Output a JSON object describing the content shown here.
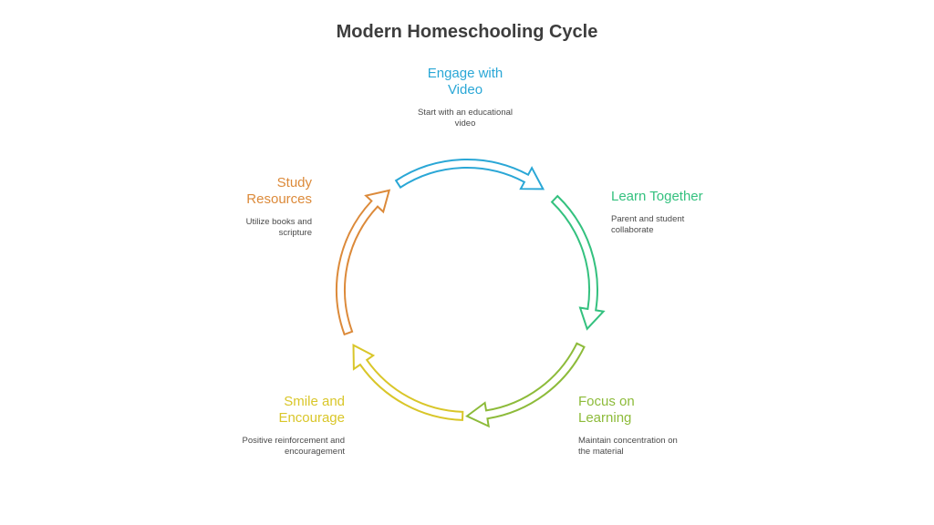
{
  "title": "Modern Homeschooling Cycle",
  "colors": {
    "engage": "#2aa7d6",
    "learn": "#34c17f",
    "focus": "#8dbb3a",
    "smile": "#d9c629",
    "study": "#dc8a3a"
  },
  "steps": [
    {
      "id": "engage",
      "title": "Engage with Video",
      "description": "Start with an educational video"
    },
    {
      "id": "learn",
      "title": "Learn Together",
      "description": "Parent and student collaborate"
    },
    {
      "id": "focus",
      "title": "Focus on Learning",
      "description": "Maintain concentration on the material"
    },
    {
      "id": "smile",
      "title": "Smile and Encourage",
      "description": "Positive reinforcement and encouragement"
    },
    {
      "id": "study",
      "title": "Study Resources",
      "description": "Utilize books and scripture"
    }
  ]
}
